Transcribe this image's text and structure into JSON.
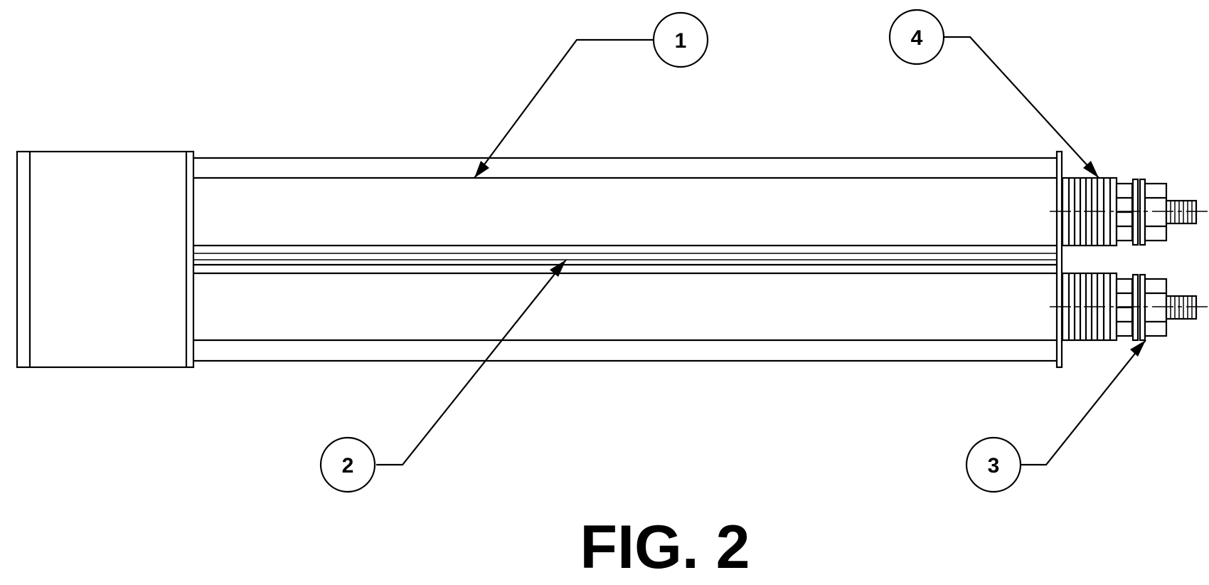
{
  "figure": {
    "caption": "FIG. 2"
  },
  "callouts": [
    {
      "label": "1"
    },
    {
      "label": "2"
    },
    {
      "label": "3"
    },
    {
      "label": "4"
    }
  ]
}
